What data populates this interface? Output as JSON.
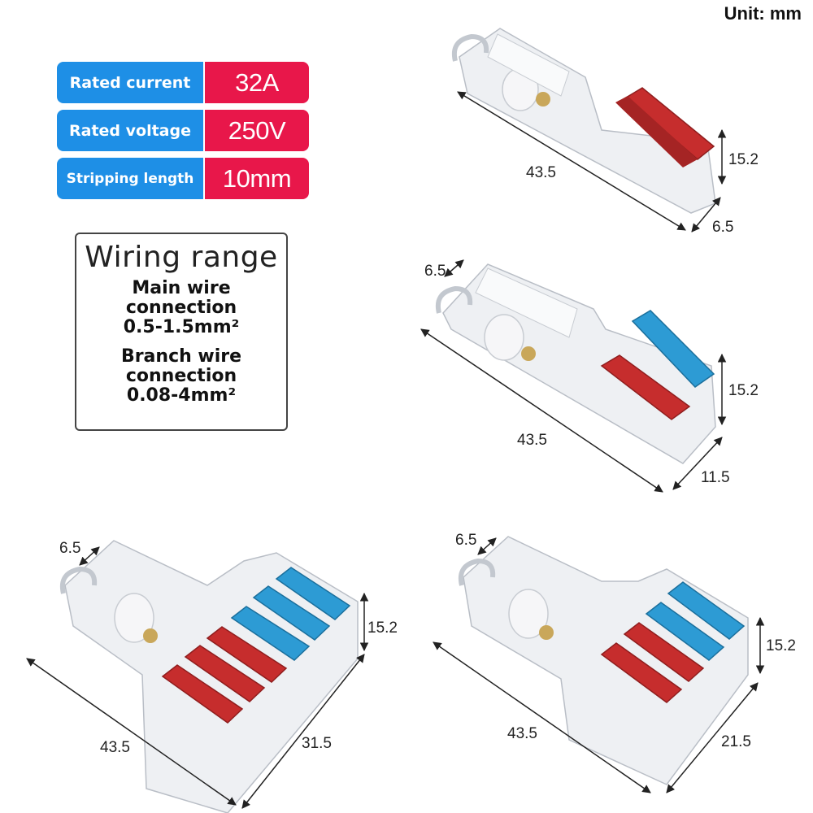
{
  "unit_label": "Unit: mm",
  "specs": [
    {
      "label": "Rated current",
      "value": "32A"
    },
    {
      "label": "Rated voltage",
      "value": "250V"
    },
    {
      "label": "Stripping length",
      "value": "10mm"
    }
  ],
  "wiring": {
    "title": "Wiring range",
    "main": [
      "Main wire",
      "connection",
      "0.5-1.5mm²"
    ],
    "branch": [
      "Branch wire",
      "connection",
      "0.08-4mm²"
    ]
  },
  "products": [
    {
      "length": "43.5",
      "height": "15.2",
      "width": "6.5"
    },
    {
      "length": "43.5",
      "height": "15.2",
      "width": "11.5",
      "branch_width": "6.5"
    },
    {
      "length": "43.5",
      "height": "15.2",
      "width": "31.5",
      "branch_width": "6.5"
    },
    {
      "length": "43.5",
      "height": "15.2",
      "width": "21.5",
      "branch_width": "6.5"
    }
  ],
  "colors": {
    "blue": "#1e8fe6",
    "red": "#e8174a",
    "lever_red": "#c62d2d",
    "lever_blue": "#2d9bd4"
  }
}
